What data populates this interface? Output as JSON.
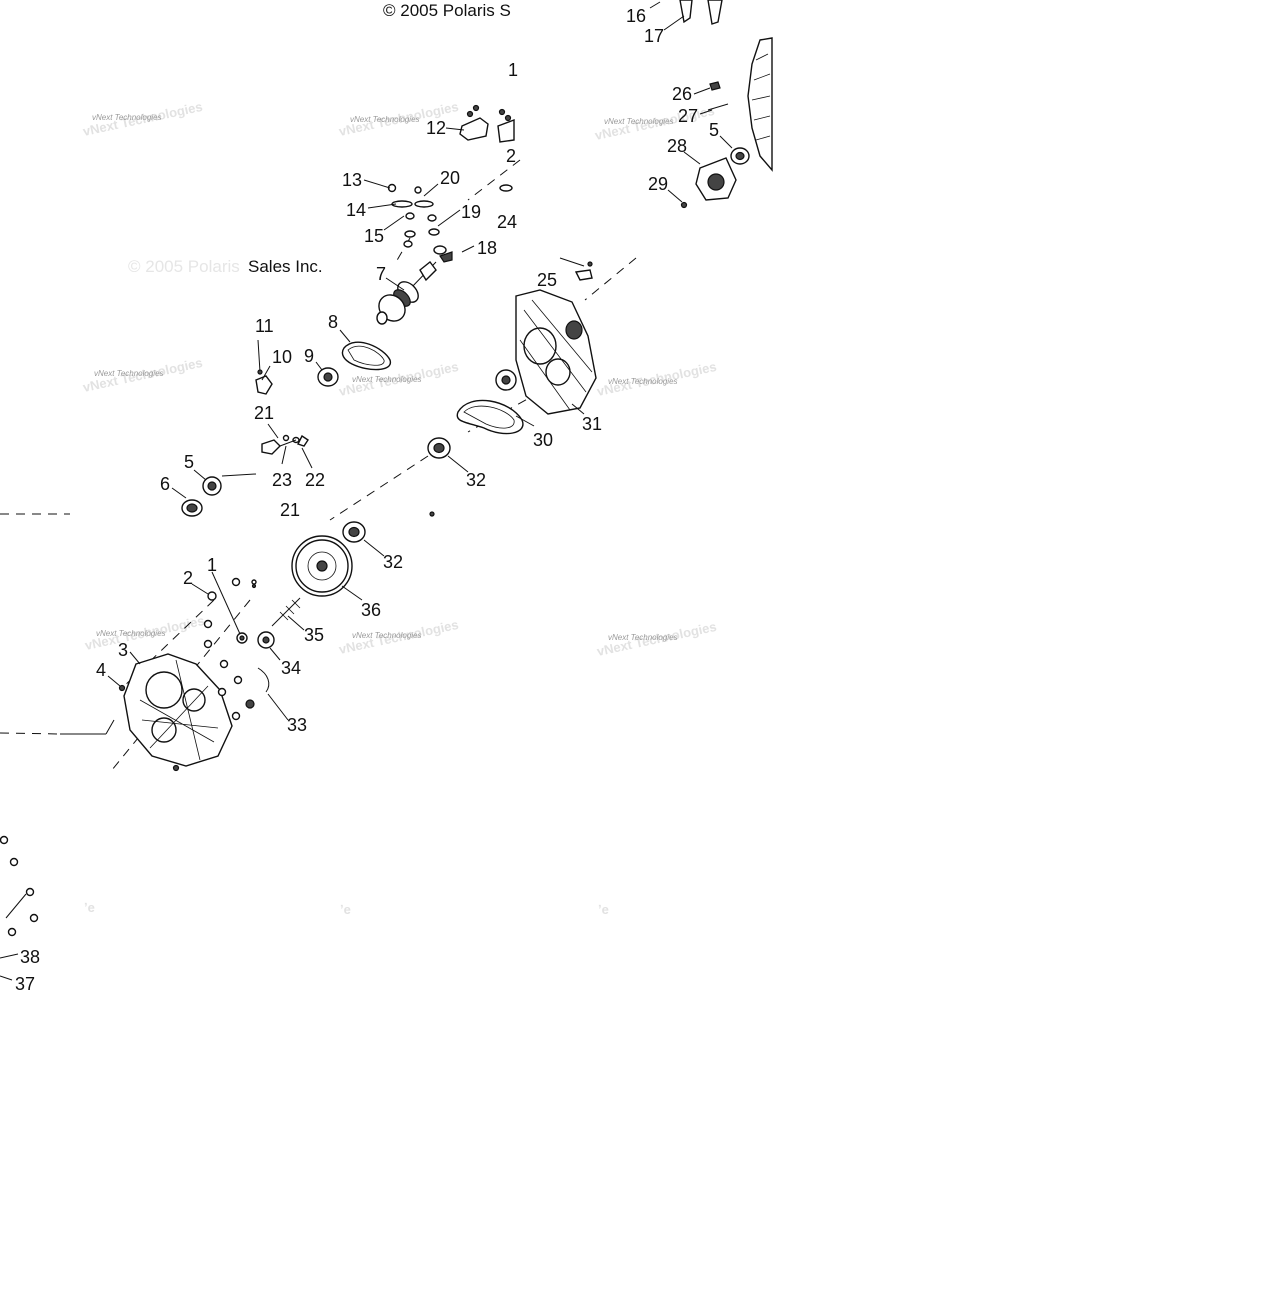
{
  "copyright_top": "© 2005 Polaris S",
  "copyright_mid": "Sales Inc.",
  "watermark": "vNext Technologies",
  "callouts": {
    "c1": "1",
    "c2": "2",
    "c3": "3",
    "c4": "4",
    "c5a": "5",
    "c5b": "5",
    "c6": "6",
    "c7": "7",
    "c8": "8",
    "c9": "9",
    "c10": "10",
    "c11": "11",
    "c12": "12",
    "c13": "13",
    "c14": "14",
    "c15": "15",
    "c16": "16",
    "c17": "17",
    "c18": "18",
    "c19": "19",
    "c20": "20",
    "c21a": "21",
    "c21b": "21",
    "c22": "22",
    "c23": "23",
    "c24": "24",
    "c25": "25",
    "c26": "26",
    "c27": "27",
    "c28": "28",
    "c29": "29",
    "c30": "30",
    "c31": "31",
    "c32a": "32",
    "c32b": "32",
    "c33": "33",
    "c34": "34",
    "c35": "35",
    "c36": "36",
    "c37": "37",
    "c38": "38"
  }
}
